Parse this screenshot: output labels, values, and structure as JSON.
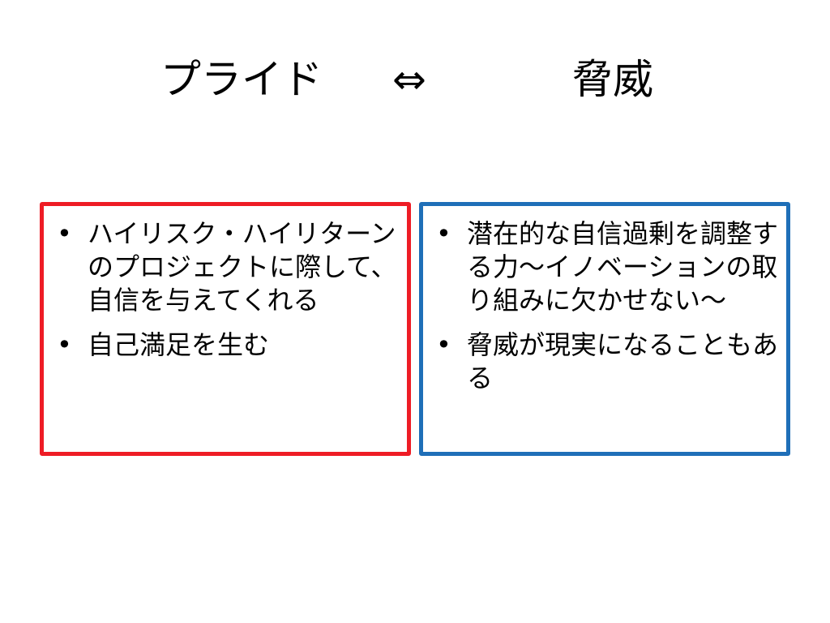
{
  "title": {
    "left": "プライド",
    "symbol": "⇔",
    "right": "脅威"
  },
  "left_box": {
    "border_color": "#ee1c25",
    "items": [
      "ハイリスク・ハイリターンのプロジェクトに際して、自信を与えてくれる",
      "自己満足を生む"
    ]
  },
  "right_box": {
    "border_color": "#1f6fb8",
    "items": [
      "潜在的な自信過剰を調整する力～イノベーションの取り組みに欠かせない～",
      "脅威が現実になることもある"
    ]
  }
}
